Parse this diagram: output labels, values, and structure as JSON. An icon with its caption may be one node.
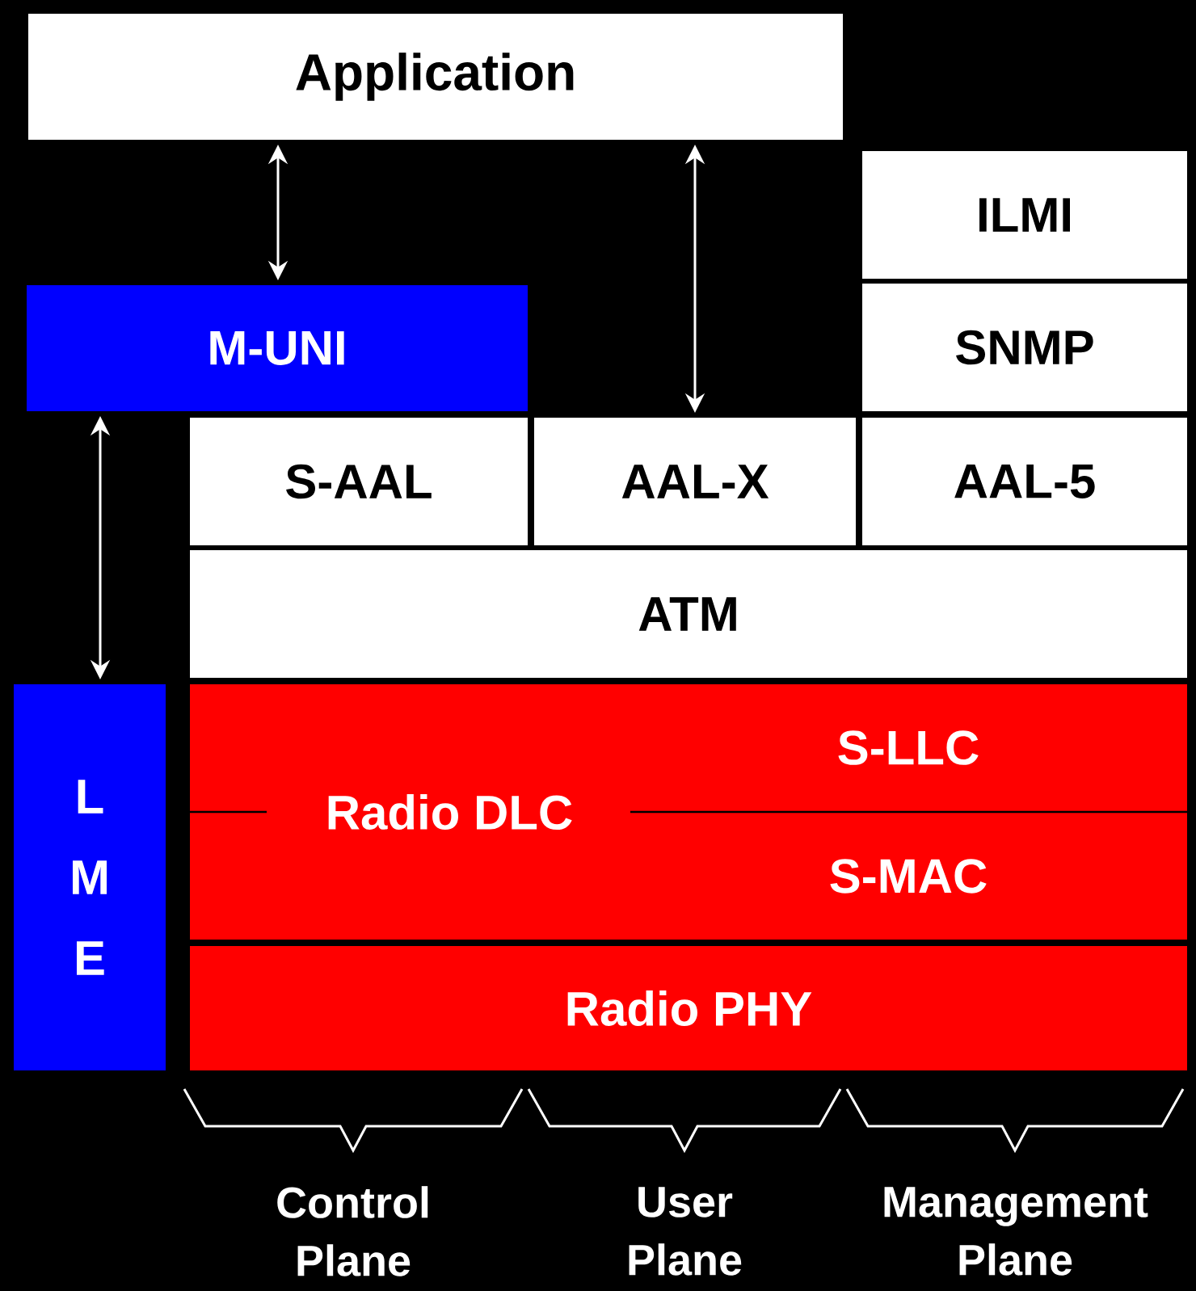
{
  "diagram": {
    "nodes": [
      {
        "text": [
          "Application"
        ]
      },
      {
        "text": [
          "ILMI"
        ]
      },
      {
        "text": [
          "SNMP"
        ]
      },
      {
        "text": [
          "M-UNI"
        ]
      },
      {
        "text": [
          "S-AAL"
        ]
      },
      {
        "text": [
          "AAL-X"
        ]
      },
      {
        "text": [
          "AAL-5"
        ]
      },
      {
        "text": [
          "ATM"
        ]
      },
      {
        "text": [
          "Radio DLC"
        ]
      },
      {
        "text": [
          "S-LLC"
        ],
        "in": 8
      },
      {
        "text": [
          "S-MAC"
        ],
        "in": 8
      },
      {
        "text": [
          "Radio PHY"
        ]
      },
      {
        "text": [
          "L M E"
        ]
      }
    ],
    "edges": [
      {
        "from": 0,
        "to": 3,
        "arrow": "both"
      },
      {
        "from": 0,
        "to": 5,
        "arrow": "both"
      },
      {
        "from": 3,
        "to": 12,
        "arrow": "both"
      }
    ],
    "labels": [
      "Control Plane",
      "User Plane",
      "Management Plane"
    ]
  }
}
